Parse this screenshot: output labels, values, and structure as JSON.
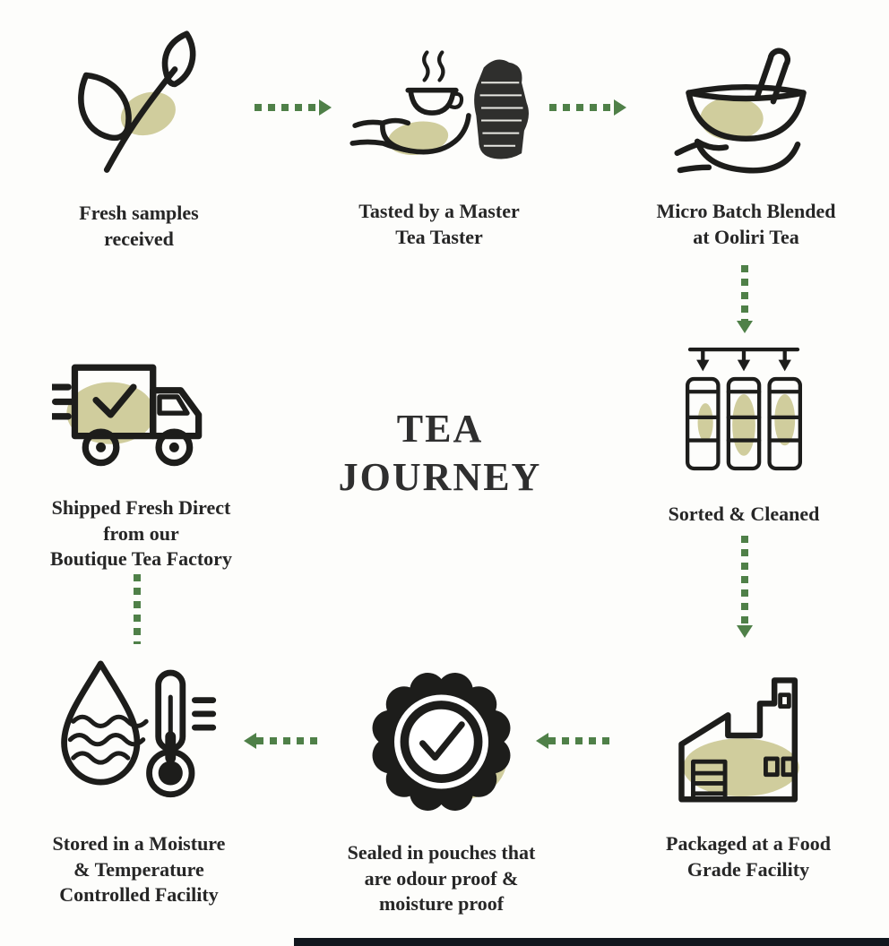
{
  "title": "TEA\nJOURNEY",
  "colors": {
    "arrow": "#4f8048",
    "ink": "#1d1d1b",
    "accent": "#c8c48c",
    "text": "#262626",
    "bg": "#fdfdfb",
    "footer": "#12171e"
  },
  "steps": [
    {
      "id": "fresh-samples",
      "label": "Fresh samples\nreceived",
      "icon": "tea-leaf-icon"
    },
    {
      "id": "tasted",
      "label": "Tasted by a Master\nTea Taster",
      "icon": "hand-teacup-taster-icon"
    },
    {
      "id": "blended",
      "label": "Micro Batch Blended\nat Ooliri Tea",
      "icon": "mortar-pestle-hand-icon"
    },
    {
      "id": "sorted",
      "label": "Sorted & Cleaned",
      "icon": "sorting-jars-icon"
    },
    {
      "id": "shipped",
      "label": "Shipped Fresh Direct\nfrom our\nBoutique Tea Factory",
      "icon": "delivery-truck-icon"
    },
    {
      "id": "packaged",
      "label": "Packaged at a Food\nGrade Facility",
      "icon": "factory-icon"
    },
    {
      "id": "sealed",
      "label": "Sealed in pouches that\nare odour proof &\nmoisture proof",
      "icon": "quality-seal-icon"
    },
    {
      "id": "stored",
      "label": "Stored in a Moisture\n& Temperature\nControlled Facility",
      "icon": "moisture-temperature-icon"
    }
  ]
}
